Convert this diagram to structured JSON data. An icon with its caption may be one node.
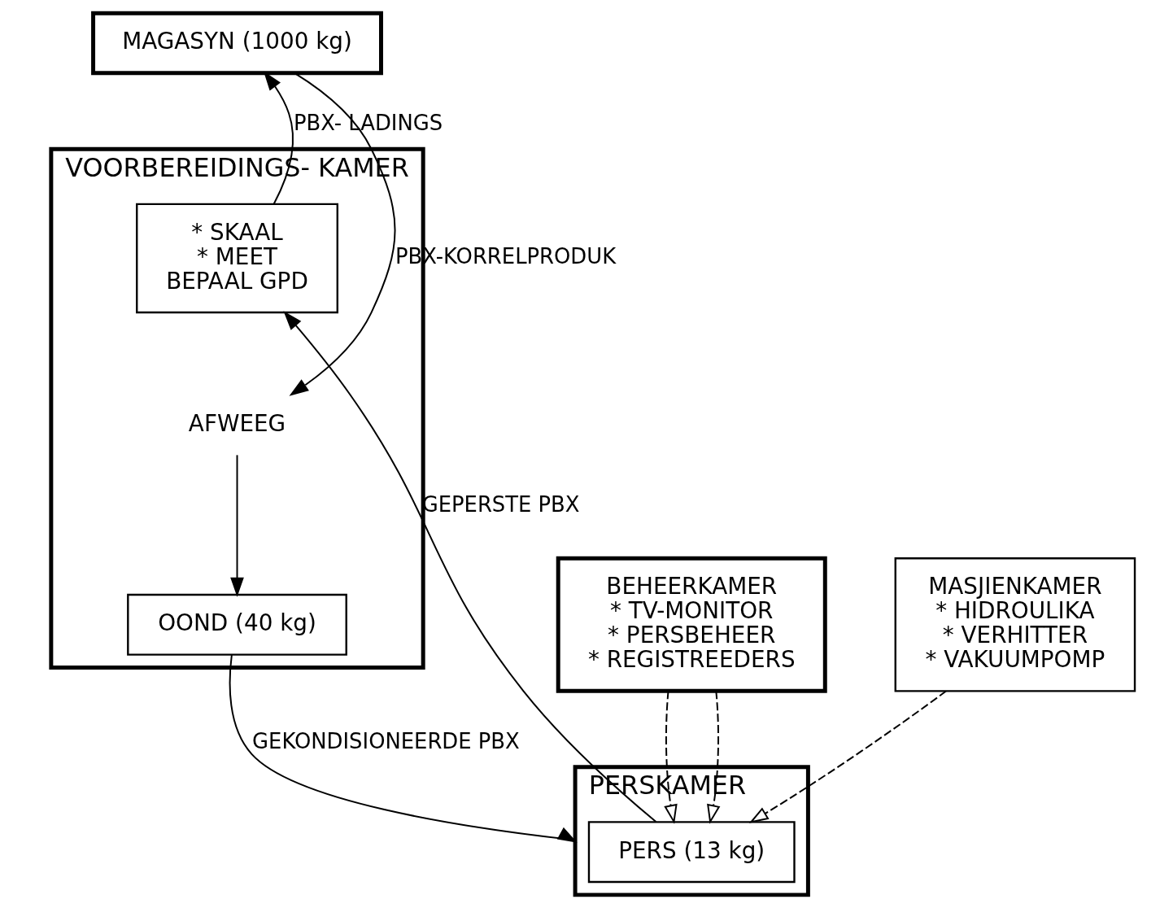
{
  "diagram": {
    "nodes": [
      {
        "text": [
          "MAGASYN (1000 kg)"
        ]
      },
      {
        "text": [
          "VOORBEREIDINGS- KAMER"
        ]
      },
      {
        "text": [
          "* SKAAL",
          "* MEET",
          "BEPAAL GPD"
        ],
        "in": 1
      },
      {
        "text": [
          "AFWEEG"
        ],
        "in": 1
      },
      {
        "text": [
          "OOND (40 kg)"
        ],
        "in": 1
      },
      {
        "text": [
          "BEHEERKAMER",
          "* TV-MONITOR",
          "* PERSBEHEER",
          "* REGISTREEDERS"
        ]
      },
      {
        "text": [
          "MASJIENKAMER",
          "* HIDROULIKA",
          "* VERHITTER",
          "* VAKUUMPOMP"
        ]
      },
      {
        "text": [
          "PERSKAMER"
        ]
      },
      {
        "text": [
          "PERS (13 kg)"
        ],
        "in": 7
      }
    ],
    "edges": [
      {
        "from": 0,
        "to": 3,
        "arrow": "to",
        "label": "PBX-KORRELPRODUK"
      },
      {
        "from": 2,
        "to": 0,
        "arrow": "to",
        "label": "PBX- LADINGS"
      },
      {
        "from": 3,
        "to": 4,
        "arrow": "to"
      },
      {
        "from": 4,
        "to": 7,
        "arrow": "to",
        "label": "GEKONDISIONEERDE PBX"
      },
      {
        "from": 8,
        "to": 2,
        "arrow": "to",
        "label": "GEPERSTE PBX"
      },
      {
        "from": 6,
        "to": 8,
        "arrow": "to",
        "style": "dashed"
      },
      {
        "from": 5,
        "to": 8,
        "arrow": "to",
        "style": "dashed"
      },
      {
        "from": 5,
        "to": 8,
        "arrow": "to",
        "style": "dashed"
      }
    ]
  }
}
